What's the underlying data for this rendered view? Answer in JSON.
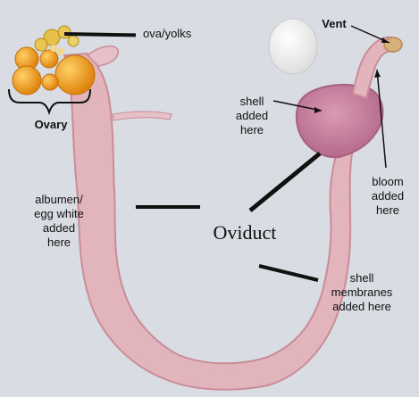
{
  "labels": {
    "ova": "ova/yolks",
    "ovary": "Ovary",
    "vent": "Vent",
    "shell": "shell\nadded\nhere",
    "bloom": "bloom\nadded\nhere",
    "albumen": "albumen/\negg white\nadded\nhere",
    "oviduct": "Oviduct",
    "membranes": "shell\nmembranes\nadded here"
  },
  "colors": {
    "background": "#d9dce2",
    "tissue": "#e2b4bc",
    "tissue_dark": "#c98c98",
    "shell_gland": "#c97fa0",
    "yolk": "#f2a21e",
    "egg": "#ffffff"
  }
}
